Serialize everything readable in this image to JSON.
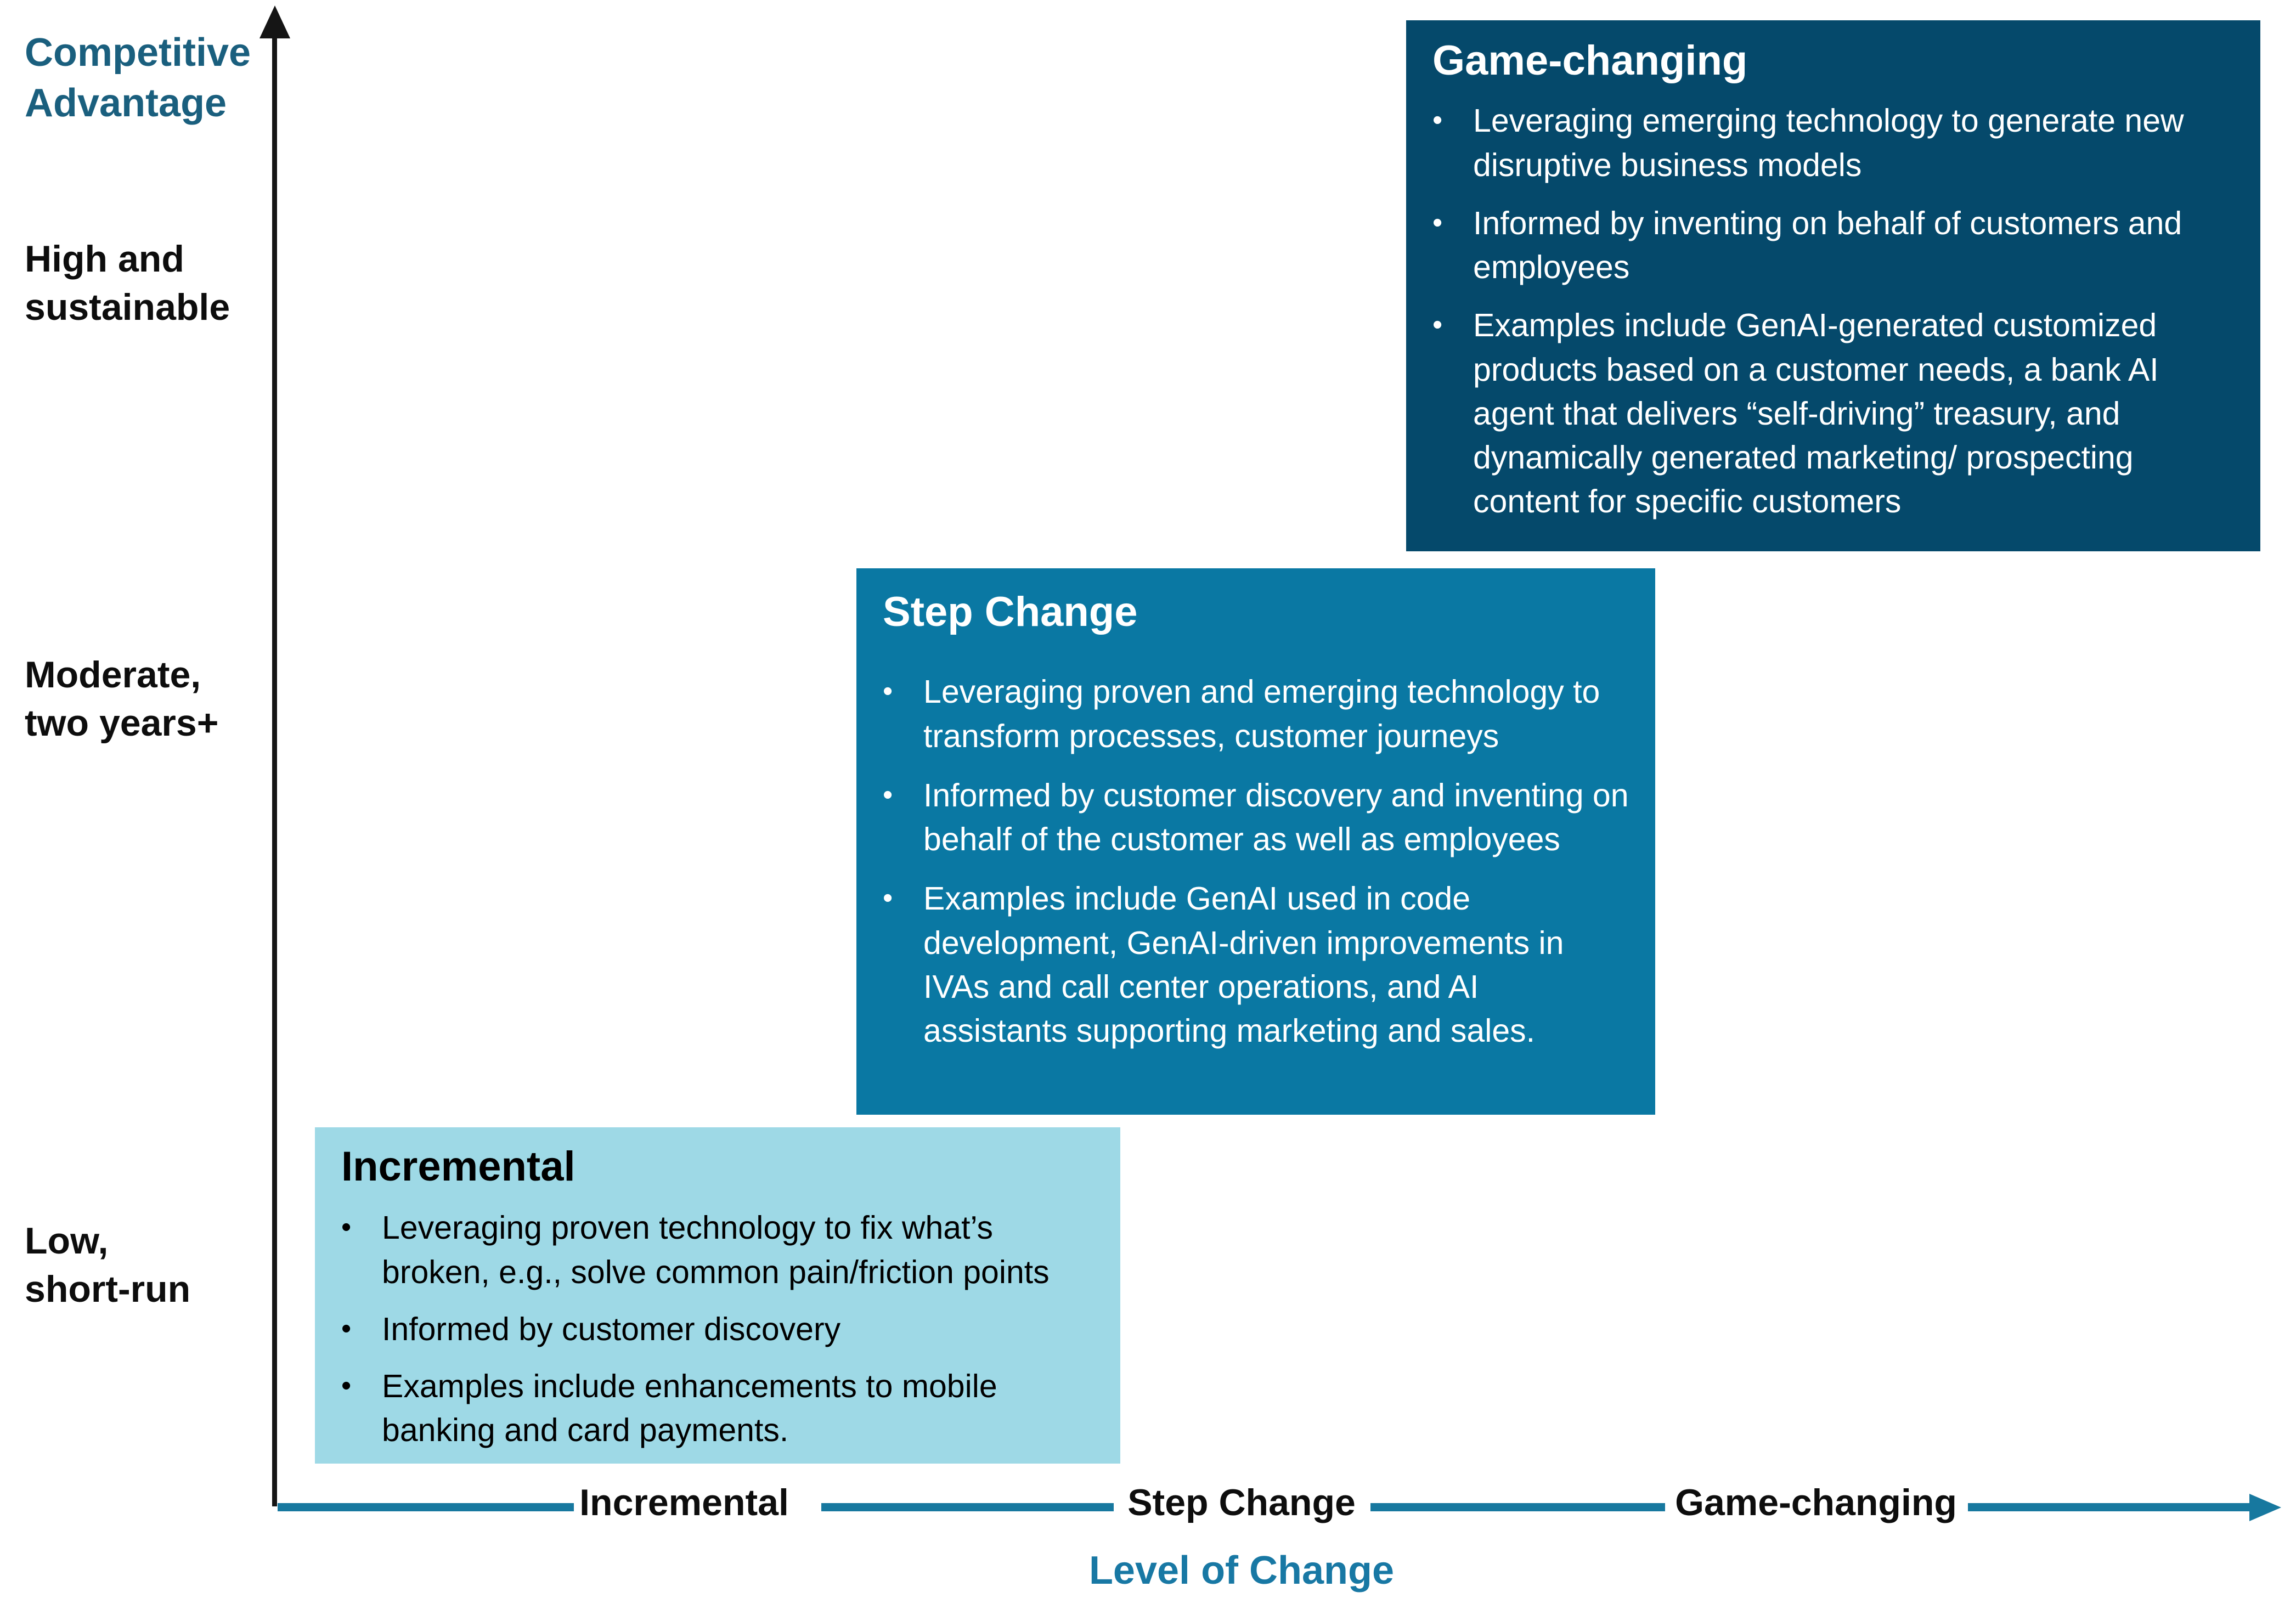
{
  "bullet_char": "•",
  "colors": {
    "axis_line": "#17789F",
    "y_title_text": "#1A5F7E",
    "x_title_text": "#1878A4",
    "incremental_bg": "#9ED9E6",
    "step_change_bg": "#0A78A3",
    "game_changing_bg": "#05496B",
    "dark_box_text": "#FFFFFF",
    "light_box_text": "#000000"
  },
  "y_axis": {
    "title": "Competitive\nAdvantage",
    "labels": [
      "High and\nsustainable",
      "Moderate,\ntwo years+",
      "Low,\nshort-run"
    ]
  },
  "x_axis": {
    "title": "Level of Change",
    "labels": [
      "Incremental",
      "Step Change",
      "Game-changing"
    ]
  },
  "boxes": [
    {
      "id": "incremental",
      "title": "Incremental",
      "bullets": [
        "Leveraging proven technology to fix what’s broken, e.g., solve common pain/friction points",
        "Informed by customer discovery",
        "Examples include enhancements to mobile banking and card payments."
      ]
    },
    {
      "id": "step-change",
      "title": "Step Change",
      "bullets": [
        "Leveraging proven and emerging technology to transform processes, customer journeys",
        "Informed by customer discovery and inventing on behalf of the customer as well as employees",
        "Examples include GenAI used in code development, GenAI-driven improvements in IVAs and call center operations, and AI assistants supporting marketing and sales."
      ]
    },
    {
      "id": "game-changing",
      "title": "Game-changing",
      "bullets": [
        "Leveraging emerging technology to generate new disruptive business models",
        "Informed by inventing on behalf of customers and employees",
        "Examples include GenAI-generated customized products based on a customer needs, a bank AI agent that delivers “self-driving” treasury, and dynamically generated marketing/ prospecting content for specific customers"
      ]
    }
  ]
}
